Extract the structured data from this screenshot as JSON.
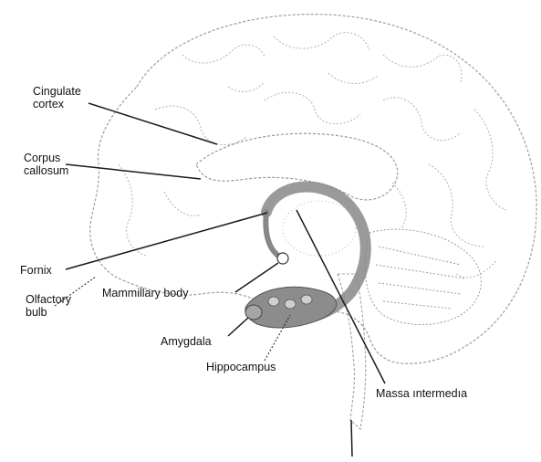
{
  "labels": {
    "cingulate_cortex": "Cingulate cortex",
    "corpus_callosum": "Corpus callosum",
    "fornix": "Fornix",
    "olfactory_bulb": "Olfactory bulb",
    "mammillary_body": "Mammillary body",
    "amygdala": "Amygdala",
    "hippocampus": "Hippocampus",
    "massa_intermedia": "Massa ıntermedıa"
  },
  "colors": {
    "line": "#1a1a1a",
    "brain_outline": "#9a9a9a",
    "limbic_fill": "#8a8a8a"
  }
}
